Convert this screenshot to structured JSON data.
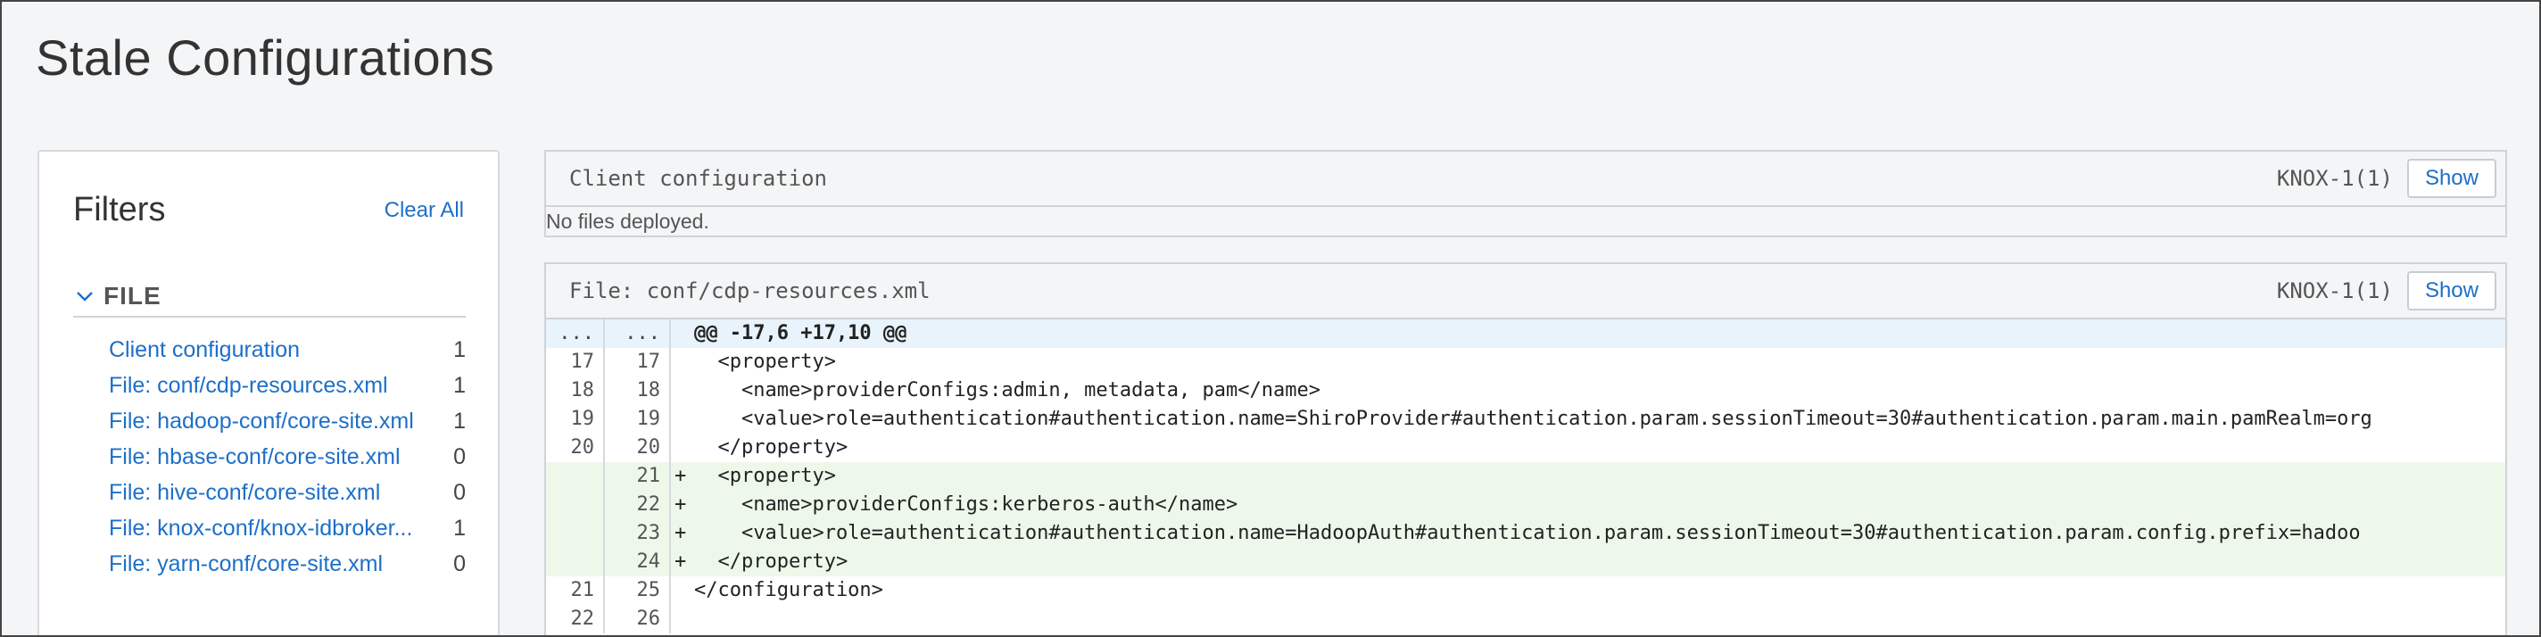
{
  "page": {
    "title": "Stale Configurations"
  },
  "filters": {
    "title": "Filters",
    "clear_all": "Clear All",
    "group_label": "FILE",
    "items": [
      {
        "label": "Client configuration",
        "count": "1"
      },
      {
        "label": "File: conf/cdp-resources.xml",
        "count": "1"
      },
      {
        "label": "File: hadoop-conf/core-site.xml",
        "count": "1"
      },
      {
        "label": "File: hbase-conf/core-site.xml",
        "count": "0"
      },
      {
        "label": "File: hive-conf/core-site.xml",
        "count": "0"
      },
      {
        "label": "File: knox-conf/knox-idbroker...",
        "count": "1"
      },
      {
        "label": "File: yarn-conf/core-site.xml",
        "count": "0"
      }
    ]
  },
  "sections": [
    {
      "title": "Client configuration",
      "role": "KNOX-1(1)",
      "show": "Show",
      "message": "No files deployed."
    },
    {
      "title": "File: conf/cdp-resources.xml",
      "role": "KNOX-1(1)",
      "show": "Show",
      "diff": [
        {
          "type": "hunk",
          "old": "...",
          "new": "...",
          "mark": "",
          "code": "@@ -17,6 +17,10 @@"
        },
        {
          "type": "ctx",
          "old": "17",
          "new": "17",
          "mark": "",
          "code": "  <property>"
        },
        {
          "type": "ctx",
          "old": "18",
          "new": "18",
          "mark": "",
          "code": "    <name>providerConfigs:admin, metadata, pam</name>"
        },
        {
          "type": "ctx",
          "old": "19",
          "new": "19",
          "mark": "",
          "code": "    <value>role=authentication#authentication.name=ShiroProvider#authentication.param.sessionTimeout=30#authentication.param.main.pamRealm=org"
        },
        {
          "type": "ctx",
          "old": "20",
          "new": "20",
          "mark": "",
          "code": "  </property>"
        },
        {
          "type": "add",
          "old": "",
          "new": "21",
          "mark": "+",
          "code": "  <property>"
        },
        {
          "type": "add",
          "old": "",
          "new": "22",
          "mark": "+",
          "code": "    <name>providerConfigs:kerberos-auth</name>"
        },
        {
          "type": "add",
          "old": "",
          "new": "23",
          "mark": "+",
          "code": "    <value>role=authentication#authentication.name=HadoopAuth#authentication.param.sessionTimeout=30#authentication.param.config.prefix=hadoo"
        },
        {
          "type": "add",
          "old": "",
          "new": "24",
          "mark": "+",
          "code": "  </property>"
        },
        {
          "type": "ctx",
          "old": "21",
          "new": "25",
          "mark": "",
          "code": "</configuration>"
        },
        {
          "type": "ctx",
          "old": "22",
          "new": "26",
          "mark": "",
          "code": ""
        }
      ]
    }
  ]
}
